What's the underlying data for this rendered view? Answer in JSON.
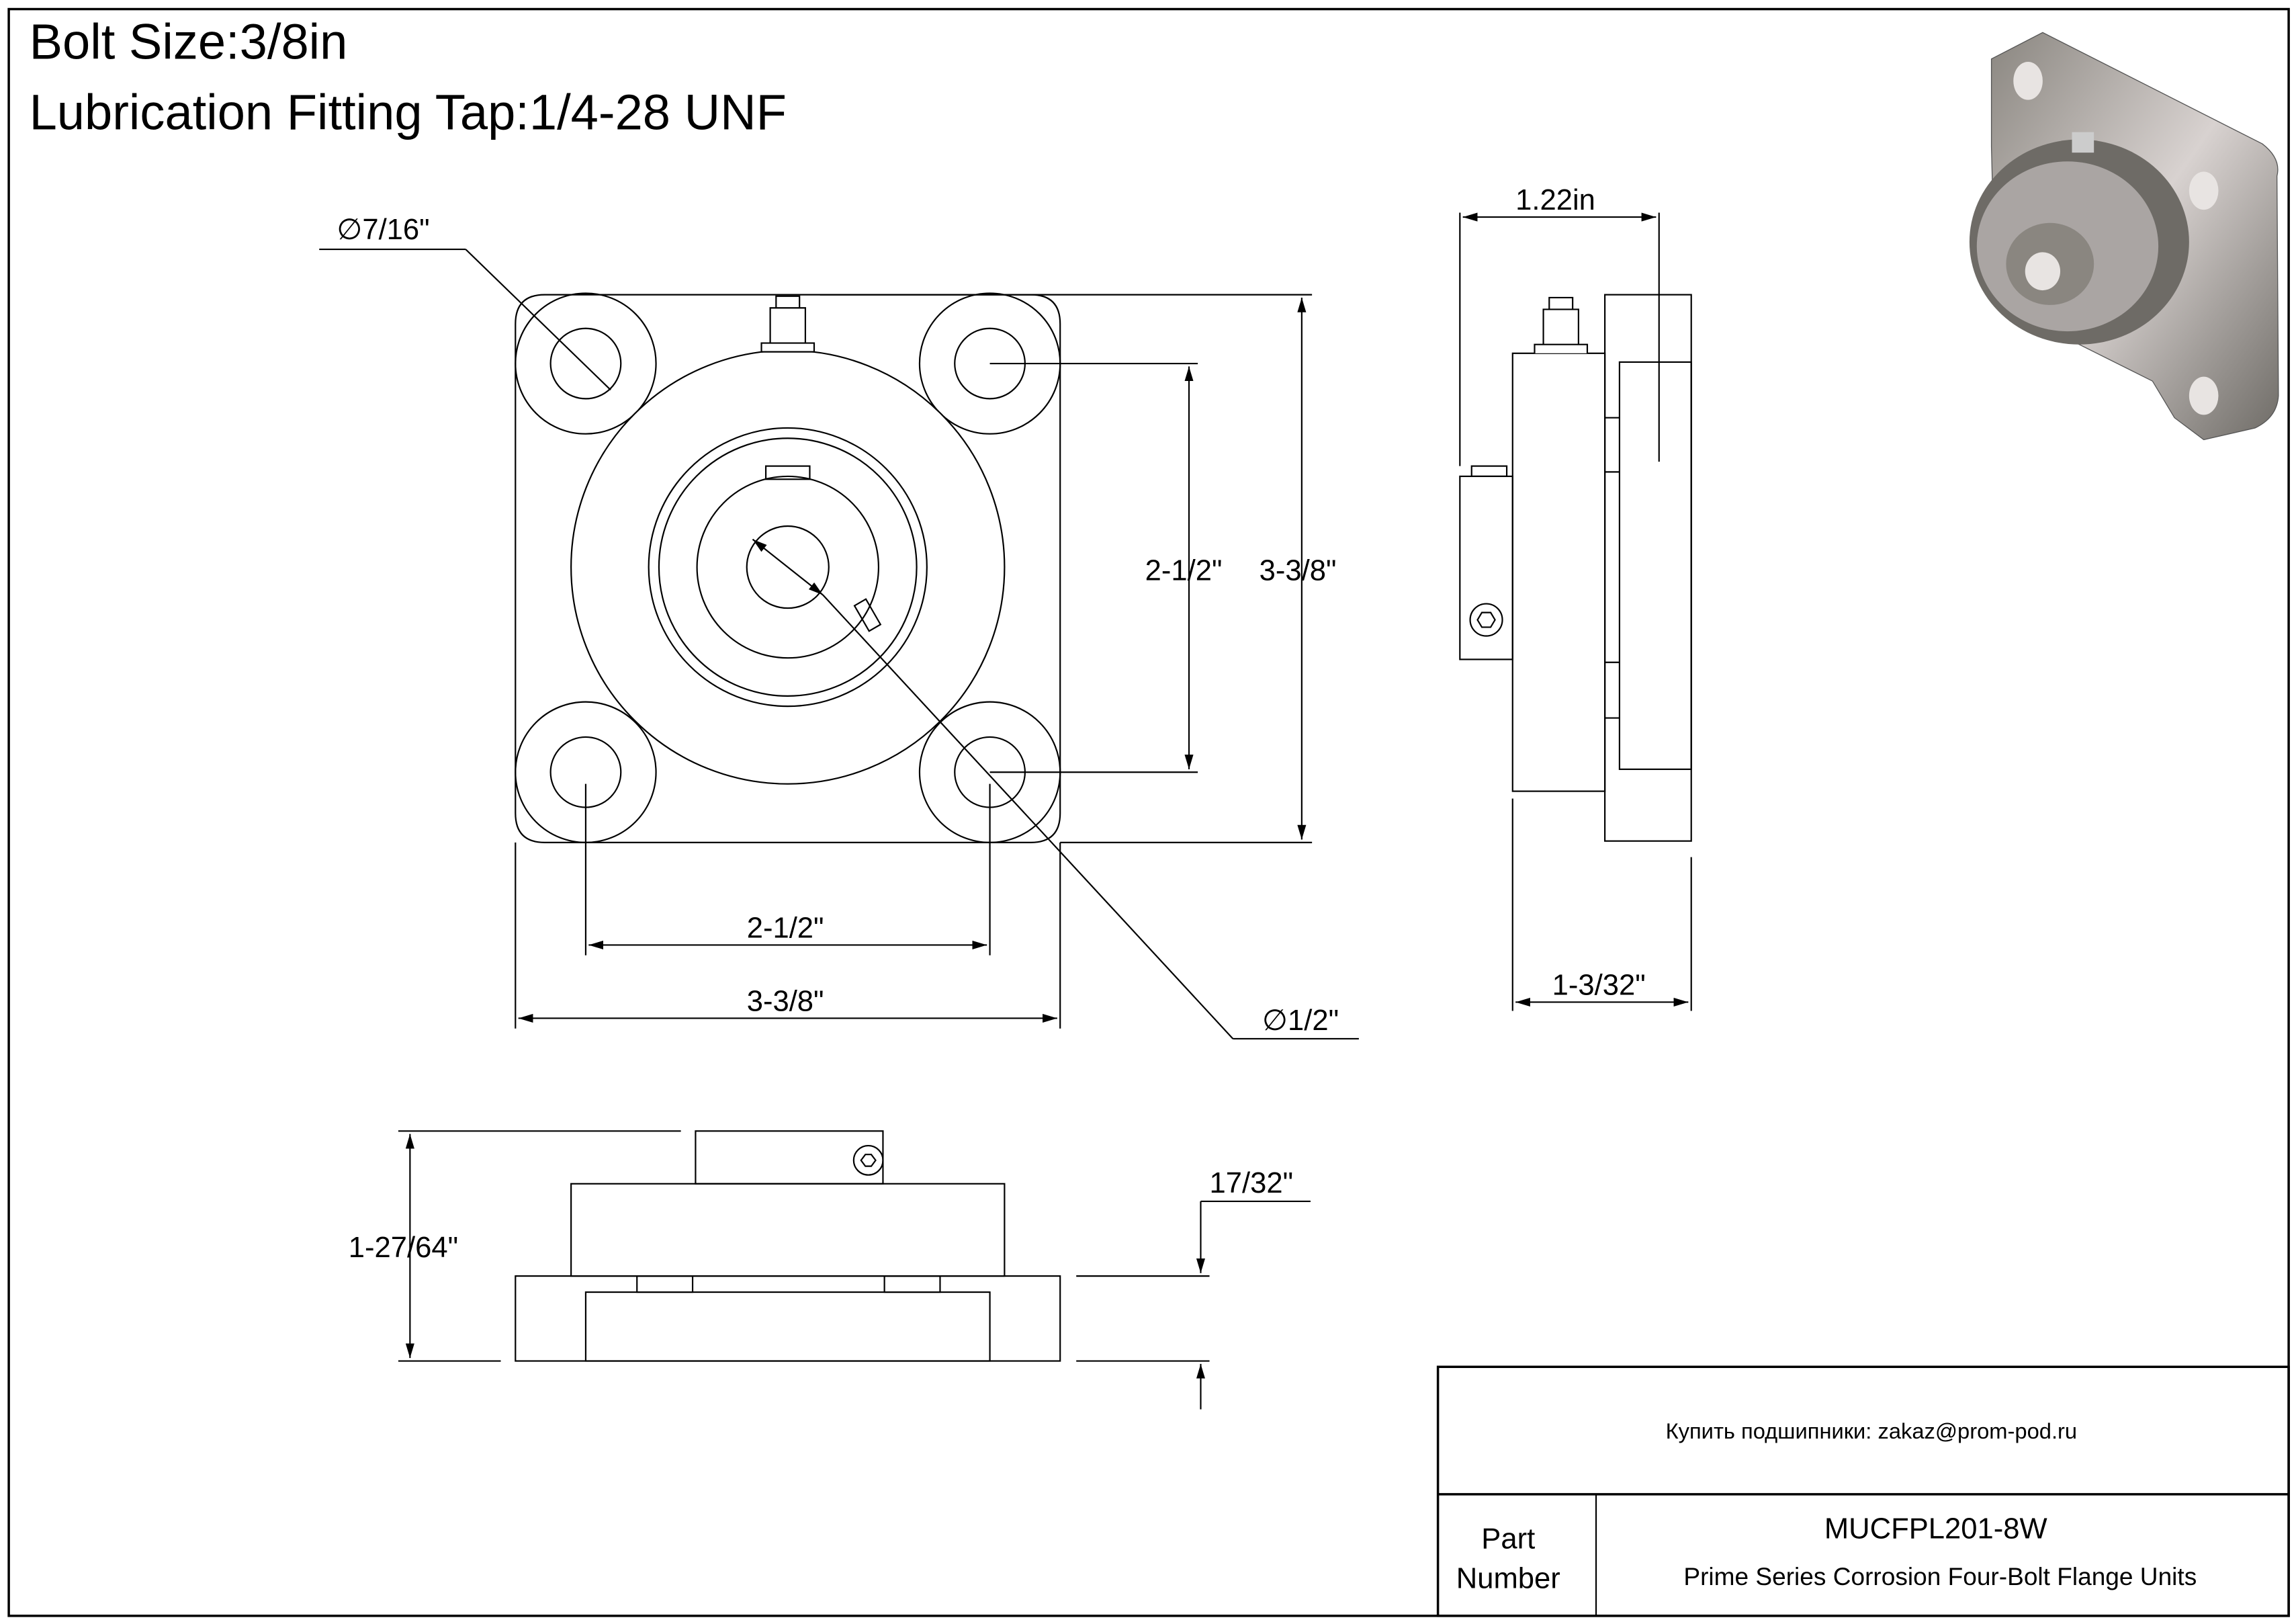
{
  "header": {
    "bolt_size": "Bolt Size:3/8in",
    "lubrication": "Lubrication Fitting Tap:1/4-28 UNF"
  },
  "front_view": {
    "bolt_hole_dia": "7/16\"",
    "bolt_spacing_vertical": "2-1/2\"",
    "overall_height": "3-3/8\"",
    "bolt_spacing_horizontal": "2-1/2\"",
    "overall_width": "3-3/8\"",
    "bore_dia": "1/2\""
  },
  "side_view": {
    "top_width": "1.22in",
    "bottom_width": "1-3/32\""
  },
  "bottom_view": {
    "overall_height": "1-27/64\"",
    "flange_thickness": "17/32\""
  },
  "title_block": {
    "contact": "Купить подшипники: zakaz@prom-pod.ru",
    "part_label_1": "Part",
    "part_label_2": "Number",
    "part_number": "MUCFPL201-8W",
    "description": "Prime Series Corrosion Four-Bolt Flange Units"
  },
  "colors": {
    "line": "#000000",
    "metal_dark": "#6e6b66",
    "metal_light": "#d8d2d0"
  }
}
